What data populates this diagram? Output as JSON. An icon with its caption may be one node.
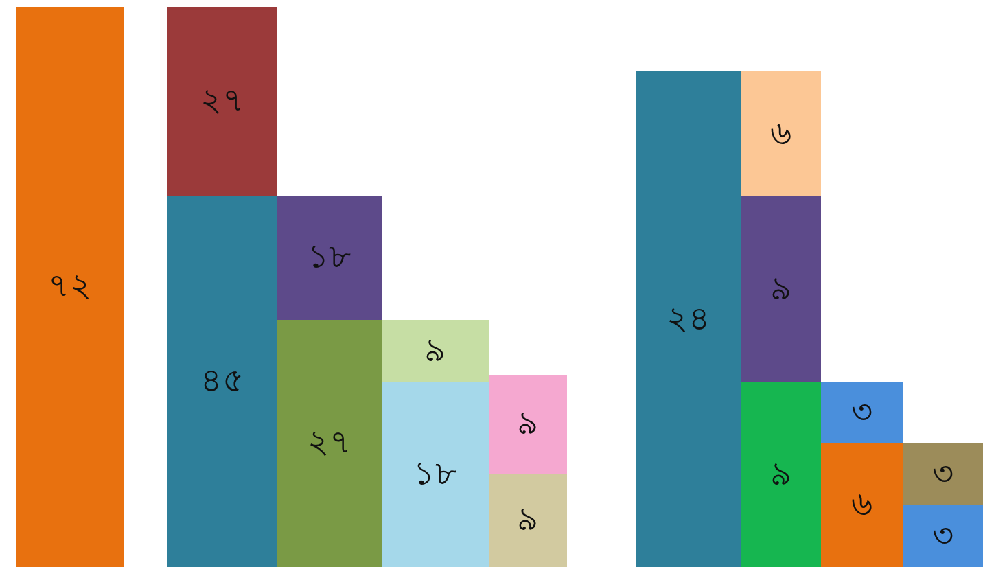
{
  "diagram": {
    "nodes": [
      {
        "text": [
          "৭২"
        ]
      },
      {
        "text": [
          "২৭"
        ]
      },
      {
        "text": [
          "৪৫"
        ]
      },
      {
        "text": [
          "১৮"
        ]
      },
      {
        "text": [
          "২৭"
        ]
      },
      {
        "text": [
          "৯"
        ]
      },
      {
        "text": [
          "১৮"
        ]
      },
      {
        "text": [
          "৯"
        ]
      },
      {
        "text": [
          "৯"
        ]
      },
      {
        "text": [
          "২৪"
        ]
      },
      {
        "text": [
          "৬"
        ]
      },
      {
        "text": [
          "৯"
        ]
      },
      {
        "text": [
          "৯"
        ]
      },
      {
        "text": [
          "৩"
        ]
      },
      {
        "text": [
          "৬"
        ]
      },
      {
        "text": [
          "৩"
        ]
      },
      {
        "text": [
          "৩"
        ]
      }
    ]
  }
}
